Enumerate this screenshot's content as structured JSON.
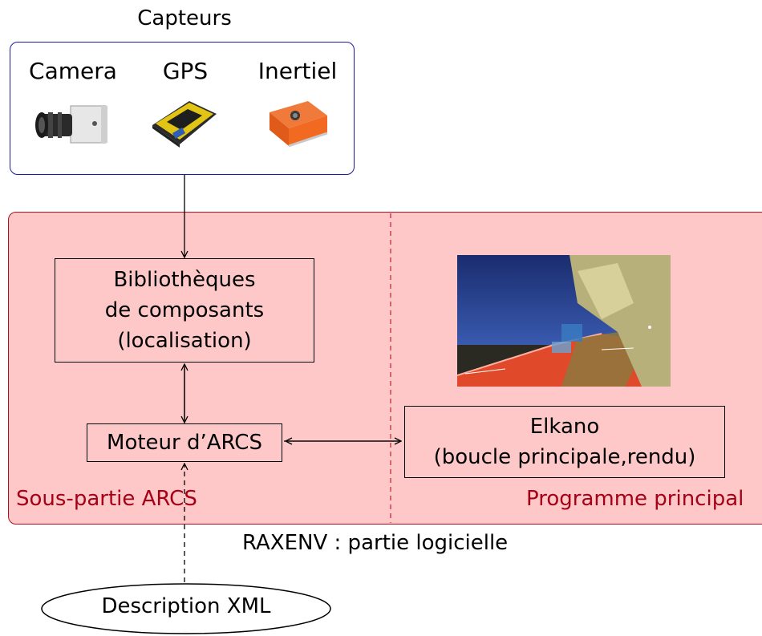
{
  "sensors": {
    "title": "Capteurs",
    "items": [
      {
        "label": "Camera",
        "icon": "camera-icon"
      },
      {
        "label": "GPS",
        "icon": "gps-receiver-icon"
      },
      {
        "label": "Inertiel",
        "icon": "inertial-sensor-icon"
      }
    ]
  },
  "arcs": {
    "library_lines": [
      "Bibliothèques",
      "de composants",
      "(localisation)"
    ],
    "engine_label": "Moteur d’ARCS",
    "region_label": "Sous-partie ARCS"
  },
  "main_program": {
    "elkano_lines": [
      "Elkano",
      "(boucle principale,rendu)"
    ],
    "region_label": "Programme principal"
  },
  "software_label": "RAXENV : partie logicielle",
  "xml_label": "Description XML",
  "colors": {
    "sensor_border": "#1a1aa0",
    "region_fill": "#ffc8c8",
    "region_border": "#b0101e",
    "region_label": "#a50016"
  }
}
